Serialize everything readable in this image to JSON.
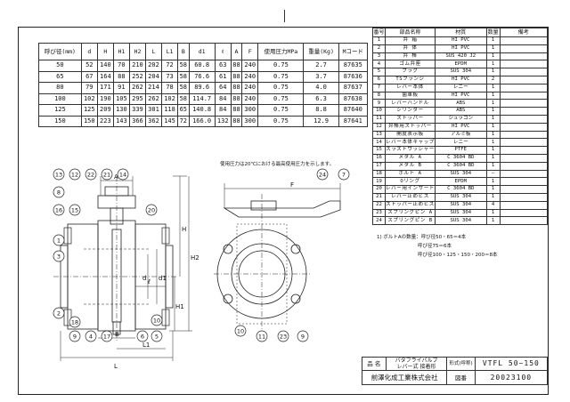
{
  "dimension_table": {
    "headers": [
      "呼び径(mm)",
      "d",
      "H",
      "H1",
      "H2",
      "L",
      "L1",
      "B",
      "d1",
      "ℓ",
      "A",
      "F",
      "使用圧力MPa",
      "重量(Kg)",
      "Mコード"
    ],
    "rows": [
      [
        "50",
        "52",
        "140",
        "70",
        "210",
        "202",
        "72",
        "58",
        "60.8",
        "63",
        "88",
        "240",
        "0.75",
        "2.7",
        "87635"
      ],
      [
        "65",
        "67",
        "164",
        "88",
        "252",
        "204",
        "73",
        "58",
        "76.6",
        "61",
        "88",
        "240",
        "0.75",
        "3.7",
        "87636"
      ],
      [
        "80",
        "79",
        "171",
        "91",
        "262",
        "214",
        "78",
        "58",
        "89.6",
        "64",
        "88",
        "240",
        "0.75",
        "4.0",
        "87637"
      ],
      [
        "100",
        "102",
        "190",
        "105",
        "295",
        "262",
        "102",
        "58",
        "114.7",
        "84",
        "88",
        "240",
        "0.75",
        "6.3",
        "87638"
      ],
      [
        "125",
        "125",
        "209",
        "130",
        "339",
        "301",
        "118",
        "65",
        "140.8",
        "84",
        "88",
        "300",
        "0.75",
        "8.8",
        "87640"
      ],
      [
        "150",
        "150",
        "223",
        "143",
        "366",
        "362",
        "145",
        "72",
        "166.0",
        "132",
        "88",
        "300",
        "0.75",
        "12.9",
        "87641"
      ]
    ]
  },
  "table_note": "使用圧力は20℃における最高使用圧力を示します。",
  "parts_table": {
    "headers": [
      "番号",
      "部品名称",
      "材質",
      "数量",
      "備考"
    ],
    "rows": [
      [
        "1",
        "弁 箱",
        "HI PVC",
        "1",
        ""
      ],
      [
        "2",
        "弁 体",
        "HI PVC",
        "1",
        ""
      ],
      [
        "3",
        "弁 棒",
        "SUS 420 J2",
        "1",
        ""
      ],
      [
        "4",
        "ゴム弁座",
        "EPDM",
        "1",
        ""
      ],
      [
        "5",
        "プラグ",
        "SUS 304",
        "1",
        ""
      ],
      [
        "6",
        "TSフランジ",
        "HI PVC",
        "2",
        ""
      ],
      [
        "7",
        "レバー本体",
        "レニー",
        "1",
        ""
      ],
      [
        "8",
        "歯車板",
        "HI PVC",
        "1",
        ""
      ],
      [
        "9",
        "レバーハンドル",
        "ABS",
        "1",
        ""
      ],
      [
        "10",
        "シリンダー",
        "ABS",
        "1",
        ""
      ],
      [
        "11",
        "ストッパー",
        "ジュラコン",
        "1",
        ""
      ],
      [
        "12",
        "弁棒用ストッパー",
        "HI PVC",
        "1",
        ""
      ],
      [
        "13",
        "開度表示板",
        "アルミ板",
        "1",
        ""
      ],
      [
        "14",
        "レバー本体キャップ",
        "レニー",
        "1",
        ""
      ],
      [
        "15",
        "スラストワッシャー",
        "PTFE",
        "1",
        ""
      ],
      [
        "16",
        "メタル A",
        "C 3604 BD",
        "1",
        ""
      ],
      [
        "17",
        "メタル B",
        "C 3604 BD",
        "1",
        ""
      ],
      [
        "18",
        "ボルト A",
        "SUS 304",
        "―",
        ""
      ],
      [
        "19",
        "Oリング",
        "EPDM",
        "1",
        ""
      ],
      [
        "20",
        "レバー用インサート",
        "C 3604 BD",
        "1",
        ""
      ],
      [
        "21",
        "レバー止めビス",
        "SUS 304",
        "1",
        ""
      ],
      [
        "22",
        "ストッパー止めビス",
        "SUS 304",
        "4",
        ""
      ],
      [
        "23",
        "スプリングピン A",
        "SUS 304",
        "1",
        ""
      ],
      [
        "24",
        "スプリングピン B",
        "SUS 304",
        "1",
        ""
      ]
    ]
  },
  "bolt_note": {
    "line1": "1) ボルトAの数量：呼び径50・65＝4本",
    "line2": "呼び径75＝6本",
    "line3": "呼び径100・125・150・200＝8本"
  },
  "title_block": {
    "product_label": "品 名",
    "product_name_line1": "バタフライバルブ",
    "product_name_line2": "レバー式 接着形",
    "model_label": "形式(呼称)",
    "model_value": "VTFL 50~150",
    "company": "前澤化成工業株式会社",
    "drawing_no_label": "図番",
    "drawing_no_value": "20023100"
  },
  "drawing_labels": {
    "dims": [
      "A",
      "F",
      "H",
      "H1",
      "H2",
      "d",
      "d1",
      "ℓ",
      "B",
      "L",
      "L1"
    ],
    "callouts_front": [
      "13",
      "12",
      "22",
      "21",
      "14",
      "8",
      "16",
      "15",
      "20",
      "1",
      "3",
      "2",
      "18",
      "9",
      "4",
      "17",
      "6",
      "5",
      "10"
    ],
    "callouts_side": [
      "24",
      "7",
      "10",
      "11",
      "23",
      "9"
    ]
  }
}
